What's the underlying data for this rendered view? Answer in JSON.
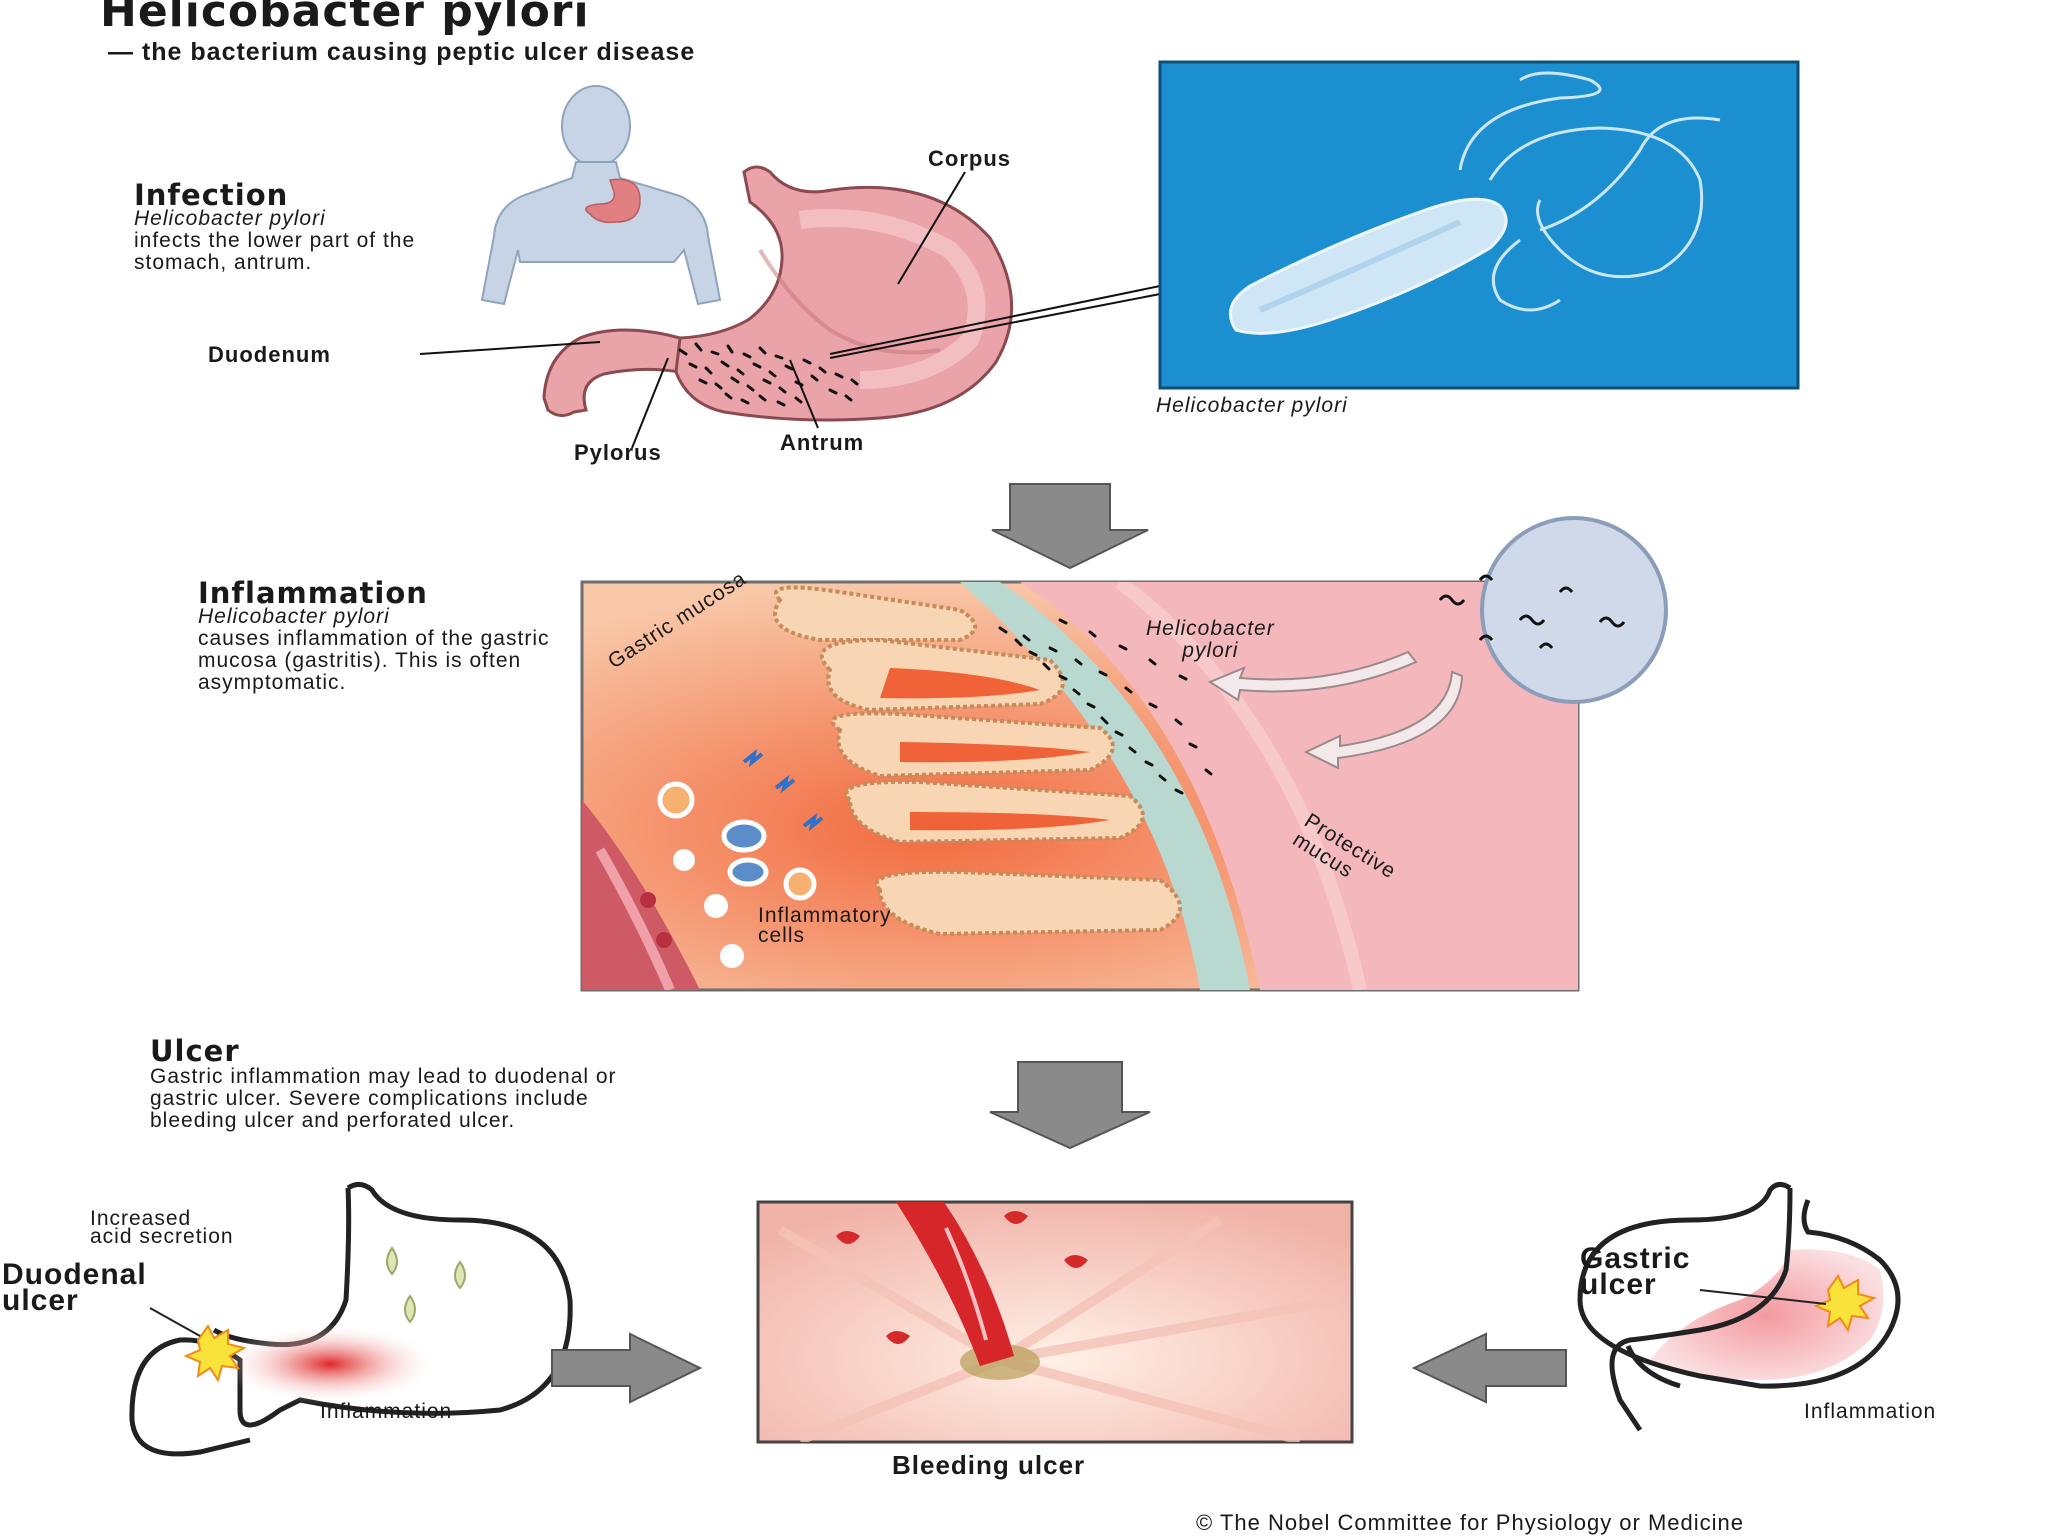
{
  "title": "Helicobacter pylori",
  "subtitle": "— the bacterium causing peptic ulcer disease",
  "infection": {
    "heading": "Infection",
    "body_italic": "Helicobacter pylori",
    "body_rest": "infects the lower part of the stomach, antrum.",
    "labels": {
      "corpus": "Corpus",
      "duodenum": "Duodenum",
      "pylorus": "Pylorus",
      "antrum": "Antrum"
    },
    "micrograph_caption": "Helicobacter pylori"
  },
  "inflammation": {
    "heading": "Inflammation",
    "body_italic": "Helicobacter pylori",
    "body_rest": "causes inflammation of the gastric mucosa (gastritis). This is often asymptomatic.",
    "labels": {
      "gastric_mucosa": "Gastric mucosa",
      "bacteria_line1": "Helicobacter",
      "bacteria_line2": "pylori",
      "protective_line1": "Protective",
      "protective_line2": "mucus",
      "cells_line1": "Inflammatory",
      "cells_line2": "cells"
    }
  },
  "ulcer": {
    "heading": "Ulcer",
    "body": "Gastric inflammation may lead to duodenal or gastric ulcer. Severe complications include bleeding ulcer and perforated ulcer.",
    "duodenal": {
      "acid_line1": "Increased",
      "acid_line2": "acid secretion",
      "name_line1": "Duodenal",
      "name_line2": "ulcer",
      "inflammation": "Inflammation"
    },
    "gastric": {
      "name_line1": "Gastric",
      "name_line2": "ulcer",
      "inflammation": "Inflammation"
    },
    "bleeding_caption": "Bleeding ulcer"
  },
  "copyright": "© The Nobel Committee for Physiology or Medicine",
  "colors": {
    "micrograph_bg": "#1c8fd0",
    "stomach_pink": "#e8a4a8",
    "mucosa_orange": "#f08050",
    "mucus_teal": "#b8d8d0",
    "inflammation_red": "#e23030",
    "arrow_gray": "#8a8a8a"
  }
}
